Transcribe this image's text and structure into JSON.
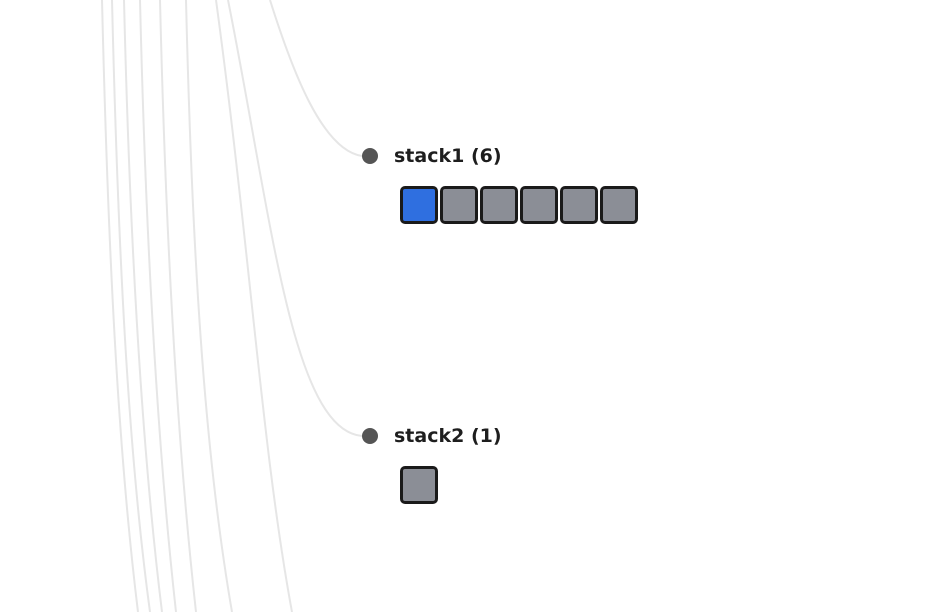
{
  "stacks": [
    {
      "label": "stack1 (6)",
      "blocks": [
        "active",
        "idle",
        "idle",
        "idle",
        "idle",
        "idle"
      ]
    },
    {
      "label": "stack2 (1)",
      "blocks": [
        "idle"
      ]
    }
  ],
  "colors": {
    "active_block": "#2f6fe0",
    "idle_block": "#8b8e96",
    "block_border": "#1a1a1a",
    "node_dot": "#555555",
    "link_line": "#e6e6e6",
    "label_text": "#1e1e1e"
  }
}
